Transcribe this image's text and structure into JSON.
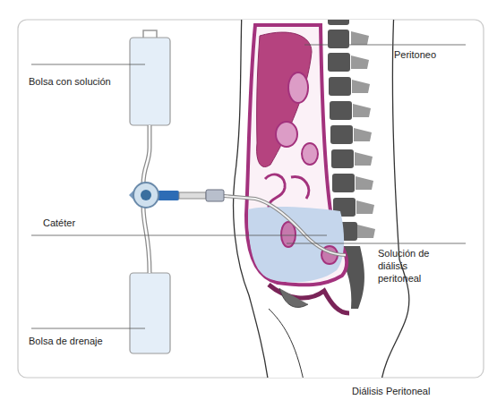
{
  "diagram": {
    "caption": "Diálisis Peritoneal",
    "labels": [
      "Peritoneo",
      "Bolsa con solución",
      "Catéter",
      "Solución de diálisis peritoneal",
      "Bolsa de drenaje"
    ]
  }
}
